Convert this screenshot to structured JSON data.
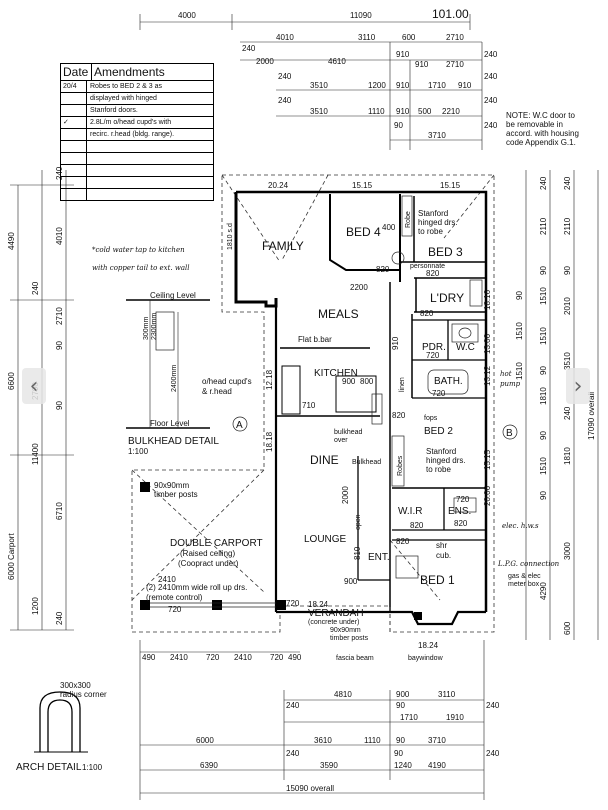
{
  "plan_number": "101.00",
  "amendments": {
    "header_date": "Date",
    "header_title": "Amendments",
    "rows": [
      {
        "date": "20/4",
        "text": "Robes to BED 2 & 3 as"
      },
      {
        "date": "",
        "text": "displayed with hinged"
      },
      {
        "date": "",
        "text": "Stanford doors."
      },
      {
        "date": "✓",
        "text": "2.8L/m o/head cupd's with"
      },
      {
        "date": "",
        "text": "recirc. r.head (bldg. range)."
      },
      {
        "date": "",
        "text": ""
      },
      {
        "date": "",
        "text": ""
      },
      {
        "date": "",
        "text": ""
      },
      {
        "date": "",
        "text": ""
      },
      {
        "date": "",
        "text": ""
      }
    ]
  },
  "note": [
    "NOTE: W.C door to",
    "be removable in",
    "accord. with housing",
    "code Appendix G.1."
  ],
  "rooms": {
    "family": "FAMILY",
    "bed4": "BED 4",
    "bed3": "BED 3",
    "ldry": "L'DRY",
    "meals": "MEALS",
    "kitchen": "KITCHEN",
    "pdr": "PDR.",
    "wc": "W.C",
    "bath": "BATH.",
    "bed2": "BED 2",
    "dine": "DINE",
    "lounge": "LOUNGE",
    "wir": "W.I.R",
    "ens": "ENS.",
    "ent": "ENT.",
    "bed1": "BED 1",
    "carport": "DOUBLE CARPORT",
    "carport_sub1": "(Raised ceiling)",
    "carport_sub2": "(Coopract under)",
    "verandah": "VERANDAH",
    "verandah_sub": "(concrete under)"
  },
  "labels": {
    "flat_bbar": "Flat b.bar",
    "stanford1": [
      "Stanford",
      "hinged drs.",
      "to robe"
    ],
    "stanford2": [
      "Stanford",
      "hinged drs.",
      "to robe"
    ],
    "personnate": "personnate",
    "robe": "Robe",
    "robes": "Robes",
    "linen": "linen",
    "bulkhead": "Bulkhead",
    "bulkhead_over": [
      "bulkhead",
      "over"
    ],
    "open": "open",
    "shr_cub": [
      "shr",
      "cub."
    ],
    "fops": "fops",
    "ohead_cupds": [
      "o/head cupd's",
      "& r.head"
    ],
    "tap_note": [
      "*cold water tap to kitchen",
      "with copper tail to ext. wall"
    ],
    "timber_posts": [
      "90x90mm",
      "timber posts"
    ],
    "carport_notes": [
      "(2) 2410mm wide roll up drs.",
      "(remote control)"
    ],
    "timber_posts2": [
      "90x90mm",
      "timber posts"
    ],
    "fascia_beam": "fascia beam",
    "baywindow": "baywindow",
    "hot_pump": [
      "hot",
      "pump"
    ],
    "elec_hws": "elec. h.w.s",
    "lpg": "L.P.G. connection",
    "gas_elec": [
      "gas & elec",
      "meter box"
    ],
    "ceiling_level": "Ceiling Level",
    "floor_level": "Floor Level",
    "bulkhead_detail": "BULKHEAD DETAIL",
    "bulkhead_scale": "1:100",
    "h300": "300mm",
    "h230": "2300mm",
    "h2400": "2400mm",
    "radius_corner": [
      "300x300",
      "radius corner"
    ],
    "arch_detail": "ARCH DETAIL",
    "arch_scale": "1:100",
    "dims_2024": "20.24",
    "dims_1515a": "15.15",
    "dims_1515b": "15.15",
    "dims_1824a": "18.24",
    "dims_1824b": "18.24",
    "dims_1810": "1810 s.d",
    "dims_2200": "2200",
    "dims_1218": "12.18",
    "dims_1818": "18.18",
    "dims_1816": "18.16",
    "dims_1515c": "15.15",
    "dims_1312": "13.12",
    "dims_1306": "13.06",
    "dims_2006": "20.06",
    "d820_1": "820",
    "d820_2": "820",
    "d820_3": "820",
    "d820_4": "820",
    "d820_5": "820",
    "d820_6": "820",
    "d820_7": "820",
    "d720_1": "720",
    "d720_2": "720",
    "d720_3": "720",
    "d910": "910",
    "d900_1": "900",
    "d900_2": "900",
    "d800": "800",
    "d2000": "2000",
    "d810": "810",
    "d720_d": "720",
    "d2410": "2410",
    "d720_v": "720",
    "d400": "400",
    "d710": "710"
  },
  "top_dims": {
    "row1": [
      "4000",
      "11090"
    ],
    "row2": [
      "4010",
      "3110",
      "600",
      "2710"
    ],
    "row3": [
      "240",
      "2000",
      "4610",
      "910",
      "910",
      "2710",
      "240"
    ],
    "row4": [
      "240",
      "3510",
      "1200",
      "910",
      "1710",
      "910",
      "240"
    ],
    "row5": [
      "240",
      "3510",
      "1110",
      "910",
      "500",
      "2210",
      "240"
    ],
    "row6": [
      "90",
      "3710",
      "240"
    ]
  },
  "bottom_dims": {
    "row1": [
      "490",
      "2410",
      "720",
      "2410",
      "720",
      "490"
    ],
    "row2": [
      "4810",
      "900",
      "3110"
    ],
    "row3": [
      "240",
      "90",
      "1710",
      "1910",
      "240"
    ],
    "row4": [
      "6000",
      "3610",
      "1110",
      "90",
      "3710"
    ],
    "row5": [
      "240",
      "90",
      "240"
    ],
    "row6": [
      "6390",
      "3590",
      "1240",
      "4190"
    ],
    "overall": "15090 overall"
  },
  "left_dims": {
    "outer": [
      "4490",
      "6600",
      "11400",
      "6000 Carport"
    ],
    "inner": [
      "240",
      "4010",
      "240",
      "2710",
      "90",
      "2700",
      "90",
      "6710",
      "1200",
      "240"
    ]
  },
  "right_dims": {
    "outer": [
      "17090 overall"
    ],
    "inner1": [
      "240",
      "2110",
      "90",
      "2010",
      "3510",
      "240",
      "1810",
      "3000",
      "600"
    ],
    "inner2": [
      "240",
      "2110",
      "90",
      "1510",
      "1510",
      "90",
      "1810",
      "90",
      "1510",
      "90",
      "4290"
    ],
    "inner3": [
      "90",
      "1510",
      "1510"
    ]
  },
  "markers": {
    "a": "A",
    "b": "B"
  }
}
